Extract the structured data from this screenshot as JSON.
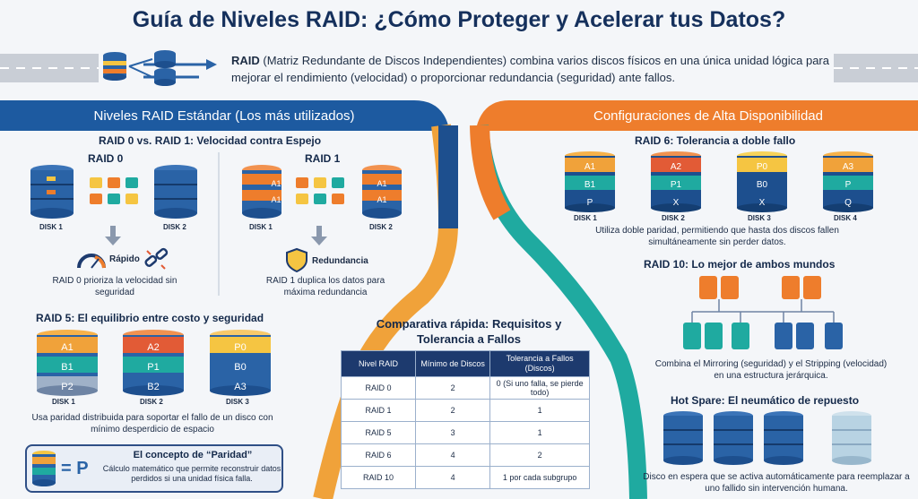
{
  "header": {
    "title": "Guía de Niveles RAID: ¿Cómo Proteger y Acelerar tus Datos?",
    "intro_strong": "RAID",
    "intro_rest": " (Matriz Redundante de Discos Independientes) combina varios discos físicos en una única unidad lógica para mejorar el rendimiento (velocidad) o proporcionar redundancia (seguridad) ante fallos."
  },
  "left_section": {
    "banner": "Niveles RAID Estándar (Los más utilizados)",
    "raid0_vs_1": {
      "heading": "RAID 0 vs. RAID 1: Velocidad contra Espejo",
      "raid0": {
        "label": "RAID 0",
        "disk1": "DISK 1",
        "disk2": "DISK 2",
        "feature_fast": "Rápido",
        "caption": "RAID 0 prioriza la velocidad sin seguridad"
      },
      "raid1": {
        "label": "RAID 1",
        "block": "A1",
        "disk1": "DISK 1",
        "disk2": "DISK 2",
        "feature": "Redundancia",
        "caption": "RAID 1 duplica los datos para máxima redundancia"
      }
    },
    "raid5": {
      "heading": "RAID 5: El equilibrio entre costo y seguridad",
      "disks": [
        {
          "blocks": [
            "A1",
            "B1",
            "P2"
          ],
          "label": "DISK 1"
        },
        {
          "blocks": [
            "A2",
            "P1",
            "B2"
          ],
          "label": "DISK 2"
        },
        {
          "blocks": [
            "P0",
            "B0",
            "A3"
          ],
          "label": "DISK 3"
        }
      ],
      "caption": "Usa paridad distribuida para soportar el fallo de un disco con mínimo desperdicio de espacio"
    },
    "parity": {
      "equals": "= P",
      "title": "El concepto de “Paridad”",
      "text": "Cálculo matemático que permite reconstruir datos perdidos si una unidad física falla."
    }
  },
  "center_section": {
    "title": "Comparativa rápida: Requisitos y Tolerancia a Fallos",
    "table": {
      "headers": [
        "Nivel RAID",
        "Mínimo de Discos",
        "Tolerancia a Fallos (Discos)"
      ],
      "rows": [
        [
          "RAID 0",
          "2",
          "0 (Si uno falla, se pierde todo)"
        ],
        [
          "RAID 1",
          "2",
          "1"
        ],
        [
          "RAID 5",
          "3",
          "1"
        ],
        [
          "RAID 6",
          "4",
          "2"
        ],
        [
          "RAID 10",
          "4",
          "1 por cada subgrupo"
        ]
      ]
    }
  },
  "right_section": {
    "banner": "Configuraciones de Alta Disponibilidad",
    "raid6": {
      "heading": "RAID 6: Tolerancia a doble fallo",
      "disks": [
        {
          "blocks": [
            "A1",
            "B1",
            "P"
          ],
          "label": "DISK 1"
        },
        {
          "blocks": [
            "A2",
            "P1",
            "X"
          ],
          "label": "DISK 2"
        },
        {
          "blocks": [
            "P0",
            "B0",
            "X"
          ],
          "label": "DISK 3"
        },
        {
          "blocks": [
            "A3",
            "P",
            "Q"
          ],
          "label": "DISK 4"
        }
      ],
      "caption": "Utiliza doble paridad, permitiendo que hasta dos discos fallen simultáneamente sin perder datos."
    },
    "raid10": {
      "heading": "RAID 10: Lo mejor de ambos mundos",
      "caption": "Combina el Mirroring (seguridad) y el Stripping (velocidad) en una estructura jerárquica."
    },
    "hotspare": {
      "heading": "Hot Spare: El neumático de repuesto",
      "caption": "Disco en espera que se activa automáticamente para reemplazar a uno fallido sin intervención humana."
    }
  },
  "colors": {
    "navy": "#1d3a6e",
    "blue": "#2a63a6",
    "orange": "#ee7d2c",
    "teal": "#1faaa0",
    "yellow": "#f5c542",
    "red": "#e25b36"
  }
}
